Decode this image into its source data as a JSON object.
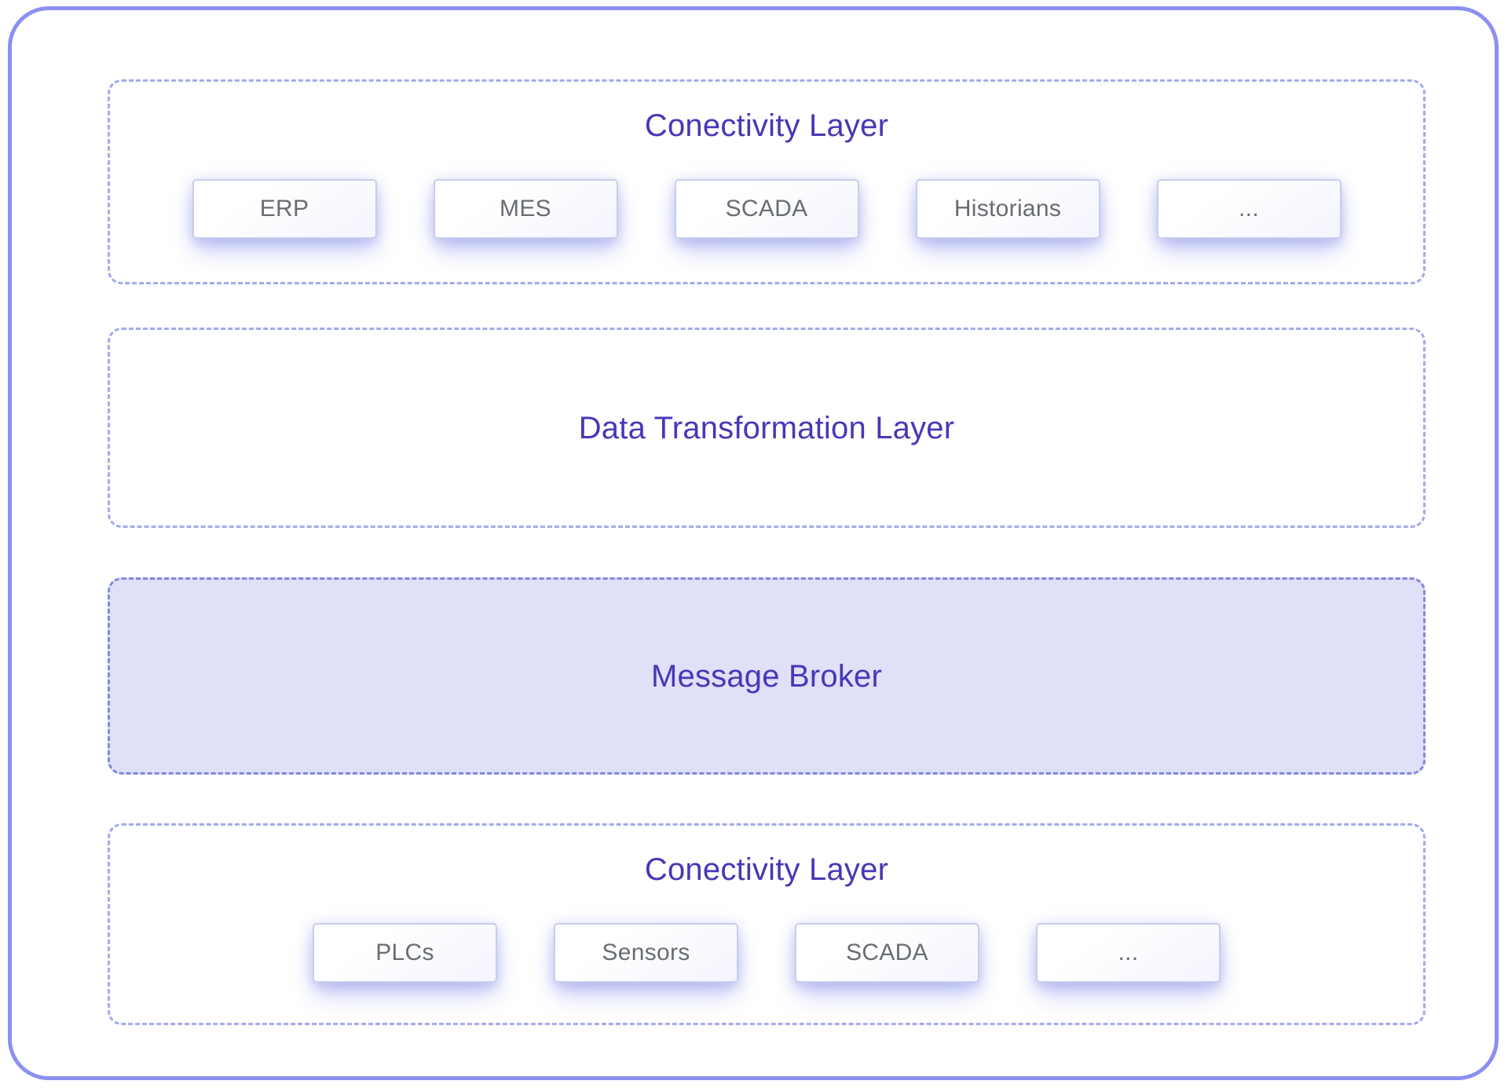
{
  "diagram": {
    "type": "layered-architecture",
    "layers": [
      {
        "id": "connectivity-layer-top",
        "title": "Conectivity Layer",
        "items": [
          "ERP",
          "MES",
          "SCADA",
          "Historians",
          "..."
        ]
      },
      {
        "id": "data-transformation-layer",
        "title": "Data Transformation Layer",
        "items": []
      },
      {
        "id": "message-broker",
        "title": "Message Broker",
        "items": [],
        "filled": true
      },
      {
        "id": "connectivity-layer-bottom",
        "title": "Conectivity Layer",
        "items": [
          "PLCs",
          "Sensors",
          "SCADA",
          "..."
        ]
      }
    ],
    "colors": {
      "outer_border": "#8b90f0",
      "dashed_border": "#a3aaec",
      "broker_border": "#8089da",
      "broker_fill": "#dee1f8",
      "title_text": "#4638b6",
      "item_text": "#686c73",
      "item_border": "#c9cdea",
      "background": "#ffffff"
    }
  }
}
